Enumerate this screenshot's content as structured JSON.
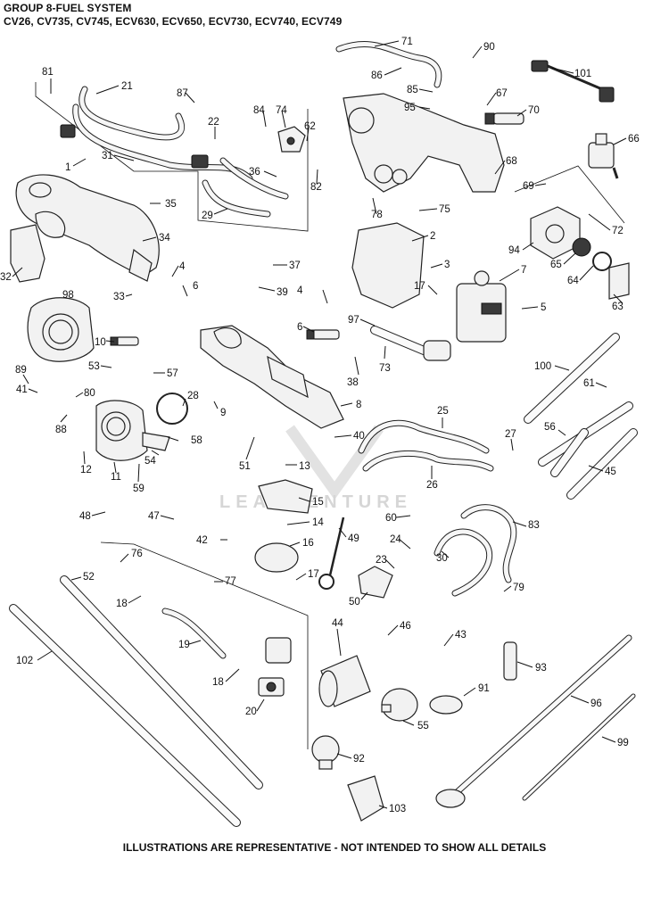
{
  "header": {
    "title": "GROUP 8-FUEL SYSTEM",
    "models": "CV26, CV735, CV745, ECV630, ECV650, ECV730, ECV740, ECV749"
  },
  "footer": "ILLUSTRATIONS ARE REPRESENTATIVE - NOT INTENDED TO SHOW ALL DETAILS",
  "watermark": "LEADVENTURE",
  "callouts": [
    {
      "id": "c81",
      "label": "81"
    },
    {
      "id": "c21",
      "label": "21"
    },
    {
      "id": "c87",
      "label": "87"
    },
    {
      "id": "c84",
      "label": "84"
    },
    {
      "id": "c74",
      "label": "74"
    },
    {
      "id": "c22",
      "label": "22"
    },
    {
      "id": "c62",
      "label": "62"
    },
    {
      "id": "c31",
      "label": "31"
    },
    {
      "id": "c1",
      "label": "1"
    },
    {
      "id": "c36",
      "label": "36"
    },
    {
      "id": "c82",
      "label": "82"
    },
    {
      "id": "c29",
      "label": "29"
    },
    {
      "id": "c35",
      "label": "35"
    },
    {
      "id": "c34",
      "label": "34"
    },
    {
      "id": "c32",
      "label": "32"
    },
    {
      "id": "c33",
      "label": "33"
    },
    {
      "id": "c4a",
      "label": "4"
    },
    {
      "id": "c37",
      "label": "37"
    },
    {
      "id": "c6a",
      "label": "6"
    },
    {
      "id": "c39",
      "label": "39"
    },
    {
      "id": "c4b",
      "label": "4"
    },
    {
      "id": "c98",
      "label": "98"
    },
    {
      "id": "c6b",
      "label": "6"
    },
    {
      "id": "c10",
      "label": "10"
    },
    {
      "id": "c53",
      "label": "53"
    },
    {
      "id": "c57",
      "label": "57"
    },
    {
      "id": "c89",
      "label": "89"
    },
    {
      "id": "c80",
      "label": "80"
    },
    {
      "id": "c41",
      "label": "41"
    },
    {
      "id": "c88",
      "label": "88"
    },
    {
      "id": "c28",
      "label": "28"
    },
    {
      "id": "c9",
      "label": "9"
    },
    {
      "id": "c38",
      "label": "38"
    },
    {
      "id": "c8",
      "label": "8"
    },
    {
      "id": "c58",
      "label": "58"
    },
    {
      "id": "c54",
      "label": "54"
    },
    {
      "id": "c12",
      "label": "12"
    },
    {
      "id": "c11",
      "label": "11"
    },
    {
      "id": "c59",
      "label": "59"
    },
    {
      "id": "c51",
      "label": "51"
    },
    {
      "id": "c40",
      "label": "40"
    },
    {
      "id": "c13",
      "label": "13"
    },
    {
      "id": "c48",
      "label": "48"
    },
    {
      "id": "c47",
      "label": "47"
    },
    {
      "id": "c15",
      "label": "15"
    },
    {
      "id": "c14",
      "label": "14"
    },
    {
      "id": "c42",
      "label": "42"
    },
    {
      "id": "c16",
      "label": "16"
    },
    {
      "id": "c49",
      "label": "49"
    },
    {
      "id": "c17a",
      "label": "17"
    },
    {
      "id": "c71",
      "label": "71"
    },
    {
      "id": "c90",
      "label": "90"
    },
    {
      "id": "c86",
      "label": "86"
    },
    {
      "id": "c85",
      "label": "85"
    },
    {
      "id": "c101",
      "label": "101"
    },
    {
      "id": "c95",
      "label": "95"
    },
    {
      "id": "c67",
      "label": "67"
    },
    {
      "id": "c70",
      "label": "70"
    },
    {
      "id": "c66",
      "label": "66"
    },
    {
      "id": "c68",
      "label": "68"
    },
    {
      "id": "c69",
      "label": "69"
    },
    {
      "id": "c78",
      "label": "78"
    },
    {
      "id": "c75",
      "label": "75"
    },
    {
      "id": "c72",
      "label": "72"
    },
    {
      "id": "c2",
      "label": "2"
    },
    {
      "id": "c94",
      "label": "94"
    },
    {
      "id": "c65",
      "label": "65"
    },
    {
      "id": "c3",
      "label": "3"
    },
    {
      "id": "c64",
      "label": "64"
    },
    {
      "id": "c7",
      "label": "7"
    },
    {
      "id": "c17b",
      "label": "17"
    },
    {
      "id": "c63",
      "label": "63"
    },
    {
      "id": "c5",
      "label": "5"
    },
    {
      "id": "c97",
      "label": "97"
    },
    {
      "id": "c73",
      "label": "73"
    },
    {
      "id": "c100",
      "label": "100"
    },
    {
      "id": "c61",
      "label": "61"
    },
    {
      "id": "c25",
      "label": "25"
    },
    {
      "id": "c56",
      "label": "56"
    },
    {
      "id": "c27",
      "label": "27"
    },
    {
      "id": "c26",
      "label": "26"
    },
    {
      "id": "c45",
      "label": "45"
    },
    {
      "id": "c60",
      "label": "60"
    },
    {
      "id": "c83",
      "label": "83"
    },
    {
      "id": "c24",
      "label": "24"
    },
    {
      "id": "c23",
      "label": "23"
    },
    {
      "id": "c30",
      "label": "30"
    },
    {
      "id": "c50",
      "label": "50"
    },
    {
      "id": "c79",
      "label": "79"
    },
    {
      "id": "c76",
      "label": "76"
    },
    {
      "id": "c52",
      "label": "52"
    },
    {
      "id": "c77",
      "label": "77"
    },
    {
      "id": "c18a",
      "label": "18"
    },
    {
      "id": "c19",
      "label": "19"
    },
    {
      "id": "c102",
      "label": "102"
    },
    {
      "id": "c18b",
      "label": "18"
    },
    {
      "id": "c20",
      "label": "20"
    },
    {
      "id": "c44",
      "label": "44"
    },
    {
      "id": "c46",
      "label": "46"
    },
    {
      "id": "c43",
      "label": "43"
    },
    {
      "id": "c93",
      "label": "93"
    },
    {
      "id": "c91",
      "label": "91"
    },
    {
      "id": "c55",
      "label": "55"
    },
    {
      "id": "c96",
      "label": "96"
    },
    {
      "id": "c92",
      "label": "92"
    },
    {
      "id": "c99",
      "label": "99"
    },
    {
      "id": "c103",
      "label": "103"
    }
  ]
}
